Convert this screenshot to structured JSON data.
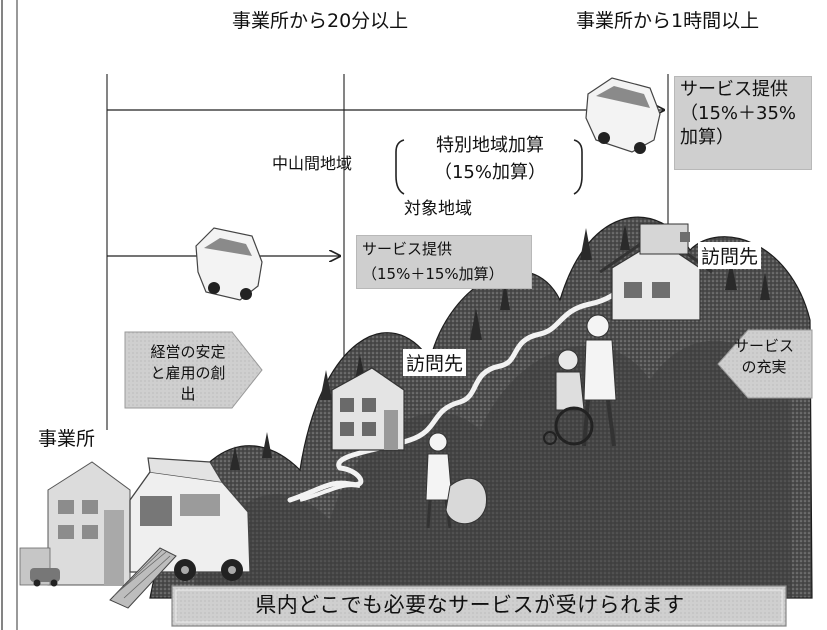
{
  "header": {
    "zone_mid": "事業所から20分以上",
    "zone_far": "事業所から1時間以上"
  },
  "service_far": {
    "line1": "サービス提供",
    "line2": "（15%＋35%",
    "line3": "加算）"
  },
  "service_mid": {
    "line1": "サービス提供",
    "line2": "（15%＋15%加算）"
  },
  "region": {
    "name": "中山間地域",
    "bracket_line1": "特別地域加算",
    "bracket_line2": "（15%加算）",
    "target": "対象地域"
  },
  "visits": {
    "upper": "訪問先",
    "lower": "訪問先"
  },
  "office": {
    "label": "事業所"
  },
  "left_callout": {
    "line1": "経営の安定",
    "line2": "と雇用の創",
    "line3": "出"
  },
  "right_callout": {
    "line1": "サービス",
    "line2": "の充実"
  },
  "banner": {
    "text": "県内どこでも必要なサービスが受けられます"
  },
  "colors": {
    "mountain": "#4a4a4a",
    "mountain_light": "#7a7a7a",
    "callout": "#d9d9d9",
    "box": "#cfcfcf",
    "banner": "#bdbdbd"
  },
  "icons": {
    "vehicle": "van-icon",
    "house": "house-icon",
    "people": "caregiver-icon"
  }
}
